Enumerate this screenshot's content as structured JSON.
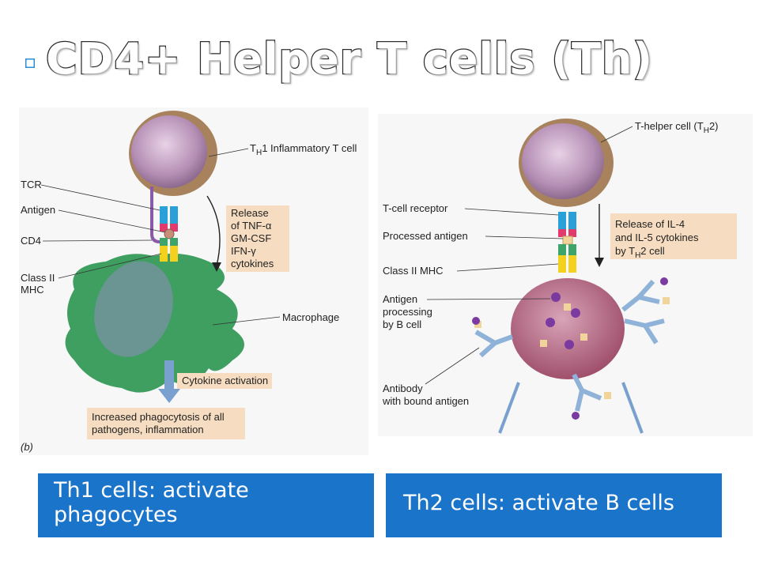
{
  "title": "CD4+ Helper T cells (Th)",
  "left_panel": {
    "cell_label_prefix": "T",
    "cell_label_sub": "H",
    "cell_label_rest": "1 Inflammatory T cell",
    "tcr": "TCR",
    "antigen": "Antigen",
    "cd4": "CD4",
    "class_ii_line1": "Class II",
    "class_ii_line2": "MHC",
    "release_lines": [
      "Release",
      "of TNF-α",
      "GM-CSF",
      "IFN-γ",
      "cytokines"
    ],
    "macrophage": "Macrophage",
    "cytokine_activation": "Cytokine activation",
    "phagocytosis_line1": "Increased phagocytosis of all",
    "phagocytosis_line2": "pathogens, inflammation",
    "panel_letter": "(b)"
  },
  "right_panel": {
    "cell_label_prefix": "T-helper cell (T",
    "cell_label_sub": "H",
    "cell_label_rest": "2)",
    "tcell_receptor": "T-cell receptor",
    "processed_antigen": "Processed antigen",
    "class_ii_mhc": "Class II MHC",
    "antigen_processing": [
      "Antigen",
      "processing",
      "by B cell"
    ],
    "antibody": [
      "Antibody",
      "with bound antigen"
    ],
    "release_line1": "Release of IL-4",
    "release_line2": "and IL-5 cytokines",
    "release_line3_prefix": "by T",
    "release_line3_sub": "H",
    "release_line3_rest": "2 cell"
  },
  "captions": {
    "left": "Th1 cells: activate phagocytes",
    "right": "Th2 cells: activate B cells"
  },
  "colors": {
    "caption_bg": "#1a74c9",
    "label_box": "#f6dcc0",
    "macrophage": "#3e9f60",
    "arrow_blue": "#7aa0d0"
  }
}
